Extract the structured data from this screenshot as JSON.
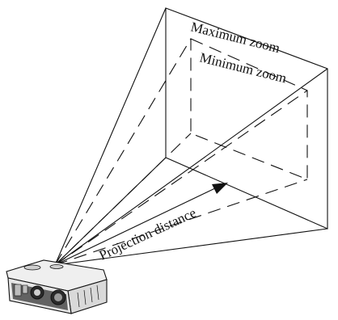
{
  "labels": {
    "max_zoom": "Maximum zoom",
    "min_zoom": "Minimum zoom",
    "projection_distance": "Projection distance"
  },
  "colors": {
    "ink": "#111111",
    "background": "#ffffff",
    "projector_body": "#e6e6e6",
    "projector_shadow": "#4a4a4a"
  }
}
